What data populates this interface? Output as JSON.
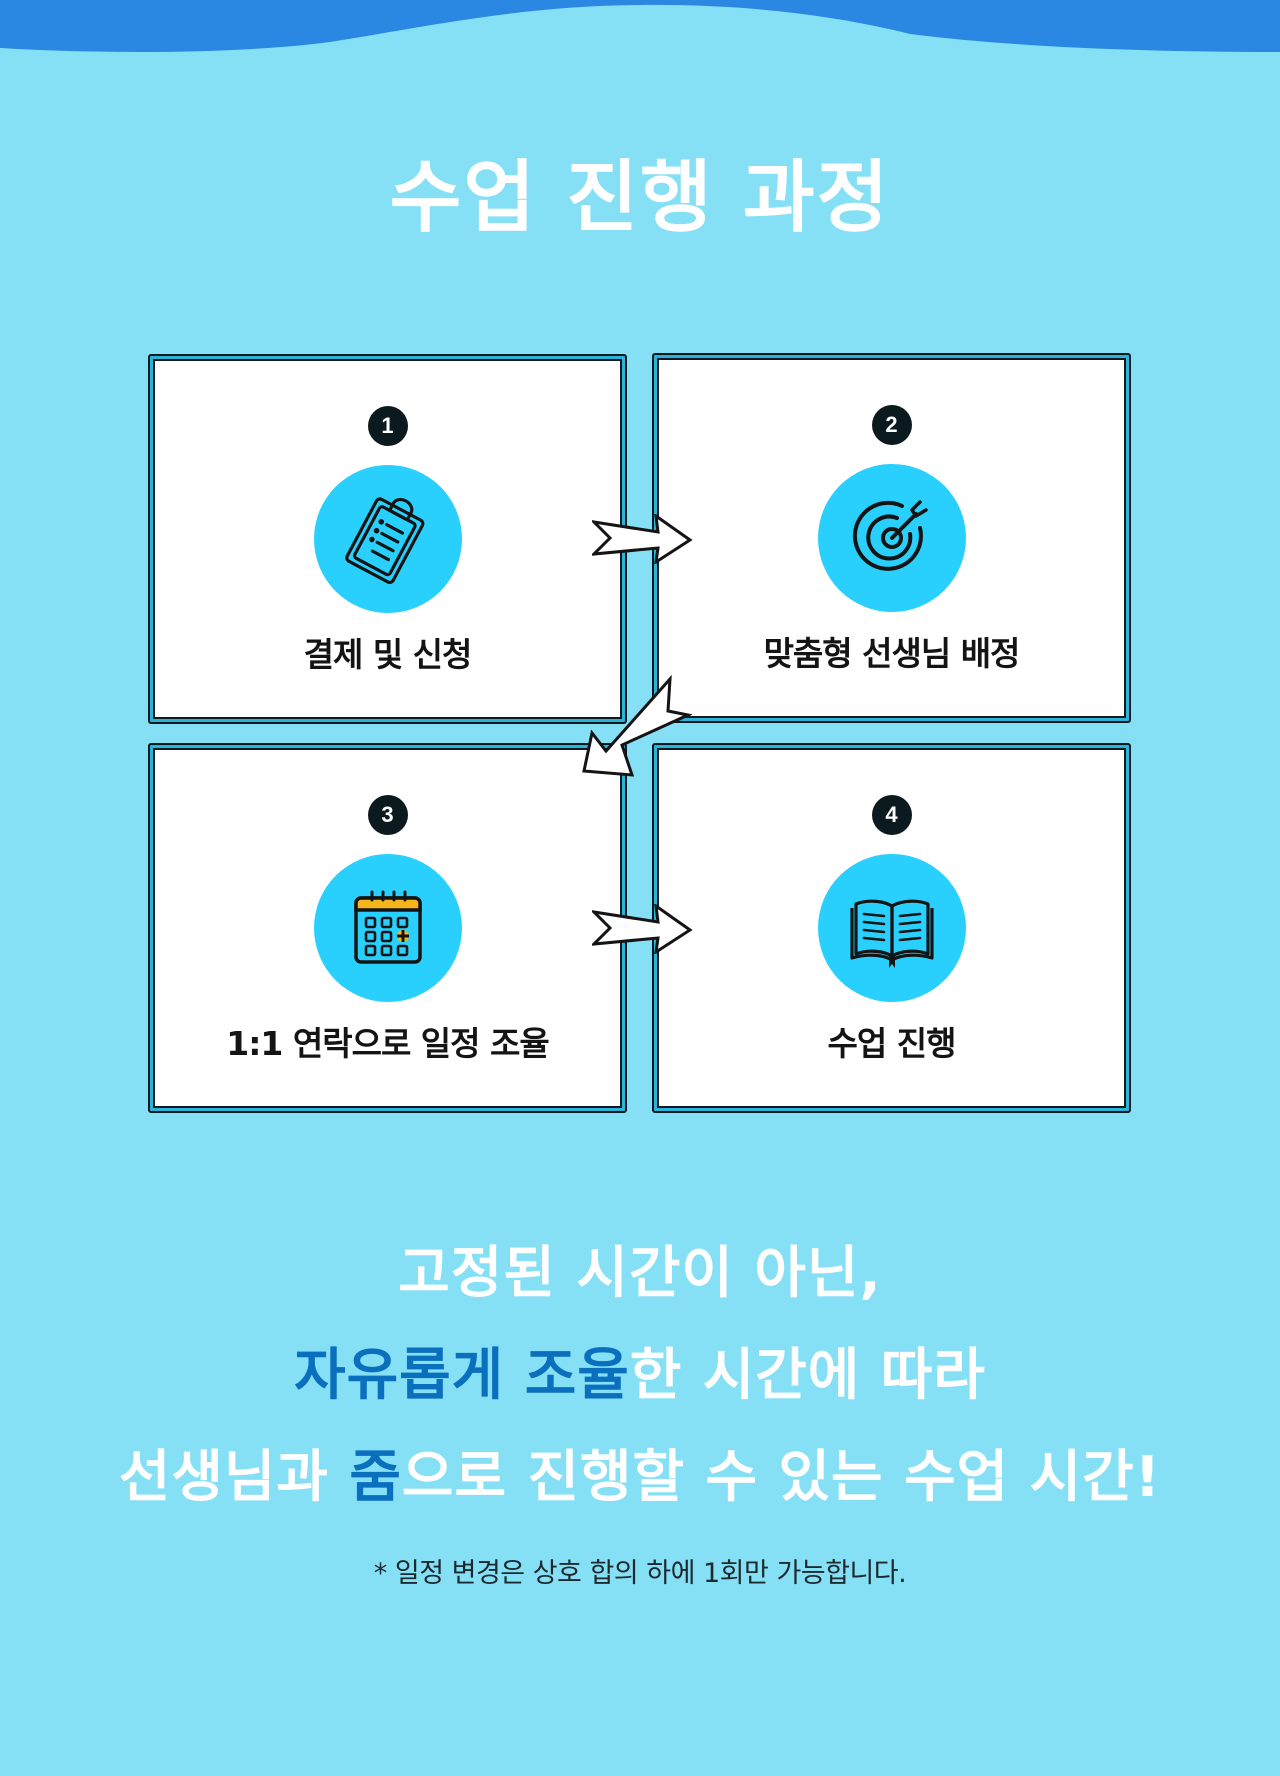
{
  "header": {
    "title": "수업 진행 과정"
  },
  "colors": {
    "background": "#86e0f5",
    "wave": "#2a88e2",
    "icon_circle": "#29d0fd",
    "highlight": "#0a6fbd",
    "badge": "#0b1a1e"
  },
  "steps": [
    {
      "number": "1",
      "label": "결제 및 신청",
      "icon": "clipboard-icon"
    },
    {
      "number": "2",
      "label": "맞춤형 선생님 배정",
      "icon": "target-icon"
    },
    {
      "number": "3",
      "label": "1:1 연락으로 일정 조율",
      "icon": "calendar-icon"
    },
    {
      "number": "4",
      "label": "수업 진행",
      "icon": "open-book-icon"
    }
  ],
  "message": {
    "line1": "고정된 시간이 아닌,",
    "line2": {
      "highlight1": "자유롭게 조율",
      "rest": "한 시간에 따라"
    },
    "line3": {
      "part1": "선생님과 ",
      "highlight": "줌",
      "rest": "으로 진행할 수 있는 수업 시간!"
    }
  },
  "footnote": "* 일정 변경은 상호 합의 하에 1회만 가능합니다."
}
